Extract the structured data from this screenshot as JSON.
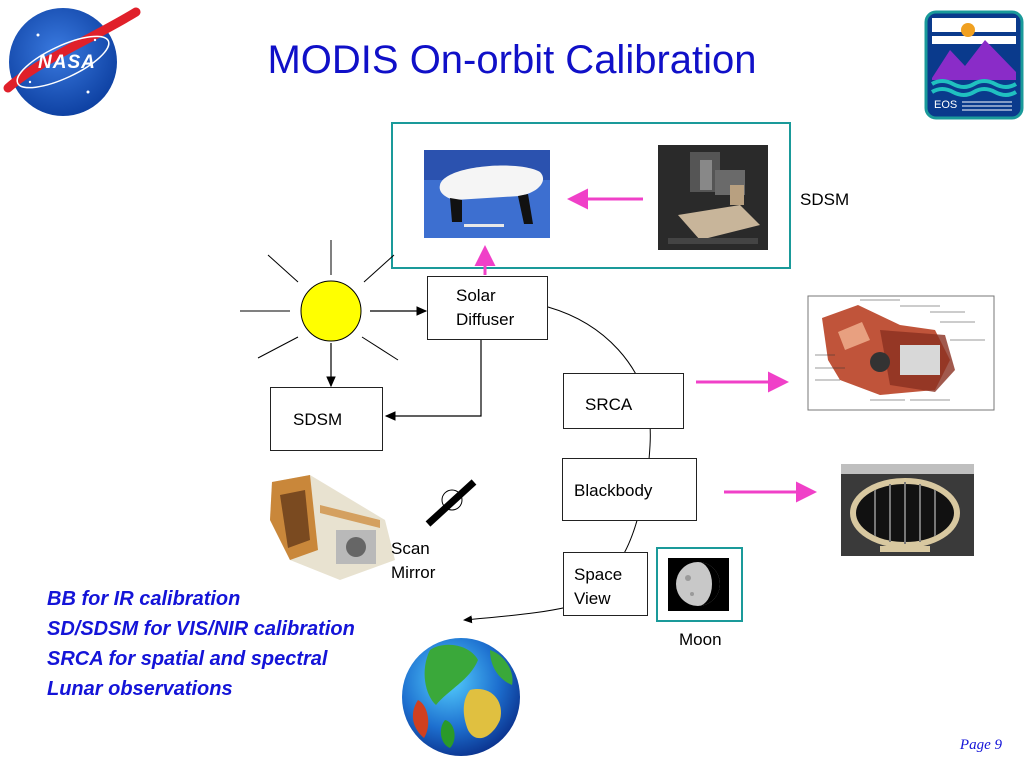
{
  "title": "MODIS On-orbit Calibration",
  "logos": {
    "nasa": "NASA",
    "eos": "EOS"
  },
  "boxes": {
    "solar_diffuser_line1": "Solar",
    "solar_diffuser_line2": "Diffuser",
    "sdsm": "SDSM",
    "srca": "SRCA",
    "blackbody": "Blackbody",
    "space_view_line1": "Space",
    "space_view_line2": "View"
  },
  "labels": {
    "sdsm_top": "SDSM",
    "scan_mirror_line1": "Scan",
    "scan_mirror_line2": "Mirror",
    "moon": "Moon"
  },
  "notes": [
    "BB for IR calibration",
    "SD/SDSM for VIS/NIR calibration",
    "SRCA for spatial and spectral",
    "Lunar observations"
  ],
  "page": "Page 9",
  "colors": {
    "title": "#1010c8",
    "arrow_magenta": "#f040c8",
    "teal_frame": "#1a9a9a",
    "sun": "#ffff00"
  }
}
